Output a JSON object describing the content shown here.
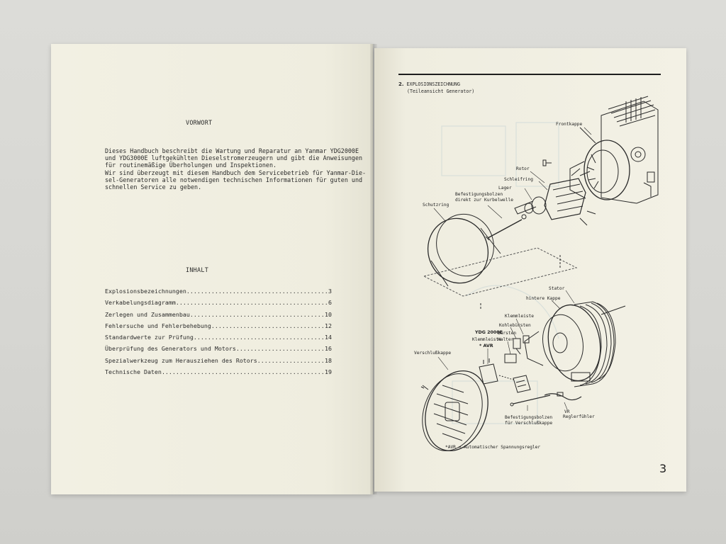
{
  "left_page": {
    "foreword_title": "VORWORT",
    "foreword_lines": [
      "Dieses Handbuch beschreibt die Wartung und Reparatur an Yanmar YDG2000E",
      "und YDG3000E luftgekühlten Dieselstromerzeugern und gibt die Anweisungen",
      "für routinemäßige Überholungen und Inspektionen.",
      "Wir sind überzeugt mit diesem Handbuch dem Servicebetrieb für Yanmar-Die-",
      "sel-Generatoren alle notwendigen technischen Informationen für guten und",
      "schnellen Service zu geben."
    ],
    "contents_title": "INHALT",
    "contents": [
      {
        "title": "Explosionsbezeichnungen",
        "page": "3"
      },
      {
        "title": "Verkabelungsdiagramm",
        "page": "6"
      },
      {
        "title": "Zerlegen und Zusammenbau",
        "page": "10"
      },
      {
        "title": "Fehlersuche und Fehlerbehebung",
        "page": "12"
      },
      {
        "title": "Standardwerte zur Prüfung",
        "page": "14"
      },
      {
        "title": "Überprüfung des Generators und Motors",
        "page": "16"
      },
      {
        "title": "Spezialwerkzeug zum Herausziehen des Rotors",
        "page": "18"
      },
      {
        "title": "Technische Daten",
        "page": "19"
      }
    ]
  },
  "right_page": {
    "section_number": "2.",
    "section_title": "EXPLOSIONSZEICHNUNG",
    "section_subtitle": "(Teileansicht Generator)",
    "labels": {
      "frontkappe": "Frontkappe",
      "rotor": "Rotor",
      "schleifring": "Schleifring",
      "lager": "Lager",
      "befestigungsbolzen_1": "Befestigungsbolzen",
      "kurbelwelle": "direkt zur Kurbelwelle",
      "schutzring": "Schutzring",
      "stator": "Stator",
      "hintere_kappe": "hintere Kappe",
      "klemmleiste_1": "Klemmleiste",
      "kohlebuersten": "Kohlebürsten",
      "ydg2000e": "YDG 2000E",
      "klemmleiste_2": "Klemmleiste",
      "avr": "* AVR",
      "buersten": "Bürsten",
      "halter": "Halter",
      "verschlusskappe": "Verschlußkappe",
      "befestigungsbolzen_2": "Befestigungsbolzen",
      "fuer_verschlusskappe": "für Verschlußkappe",
      "vr": "VR",
      "reglerfuehler": "Reglerfühler"
    },
    "footnote": "*AVR = Automatischer Spannungsregler",
    "page_number": "3"
  }
}
